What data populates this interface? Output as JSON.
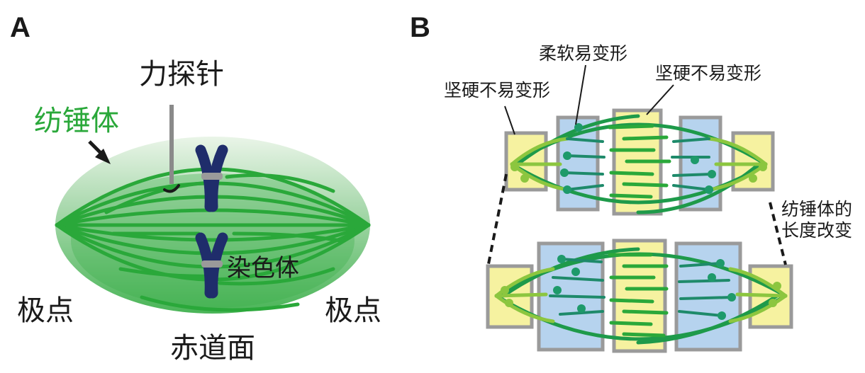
{
  "panel_a": {
    "letter": "A",
    "probe_label": "力探针",
    "spindle_label": "纺锤体",
    "chromosome_label": "染色体",
    "pole_left_label": "极点",
    "pole_right_label": "极点",
    "equator_label": "赤道面"
  },
  "panel_b": {
    "letter": "B",
    "soft_label": "柔软易变形",
    "stiff_left_label": "坚硬不易变形",
    "stiff_right_label": "坚硬不易变形",
    "length_change_line1": "纺锤体的",
    "length_change_line2": "长度改变"
  },
  "colors": {
    "spindle_green": "#2aa83a",
    "microtubule_dark": "#1e8a4a",
    "chromosome_navy": "#1f2d6b",
    "stiff_yellow": "#f6f2a0",
    "soft_blue": "#b6d3ee",
    "box_gray": "#9a9a9a",
    "pole_lime": "#8cc63f"
  }
}
